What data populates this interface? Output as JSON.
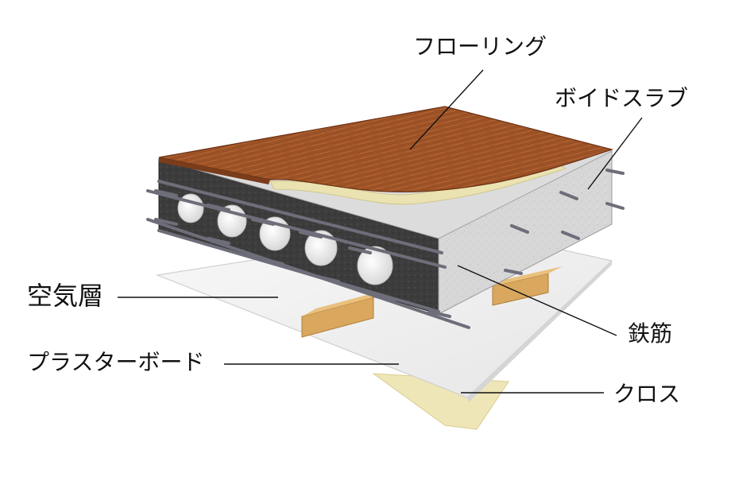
{
  "labels": {
    "flooring": "フローリング",
    "void_slab": "ボイドスラブ",
    "rebar": "鉄筋",
    "cross": "クロス",
    "air_layer": "空気層",
    "plasterboard": "プラスターボード"
  },
  "colors": {
    "wood": "#a5582a",
    "wood_dark": "#7a3c1a",
    "concrete": "#d9d9d9",
    "concrete_dark": "#3a3a3a",
    "void_tube": "#f2f2f2",
    "rebar": "#6e6e7a",
    "plaster": "#f1f1f1",
    "cloth": "#efe6b8",
    "joist": "#d9a85e",
    "underlay": "#eae2b0",
    "leader": "#111111"
  }
}
